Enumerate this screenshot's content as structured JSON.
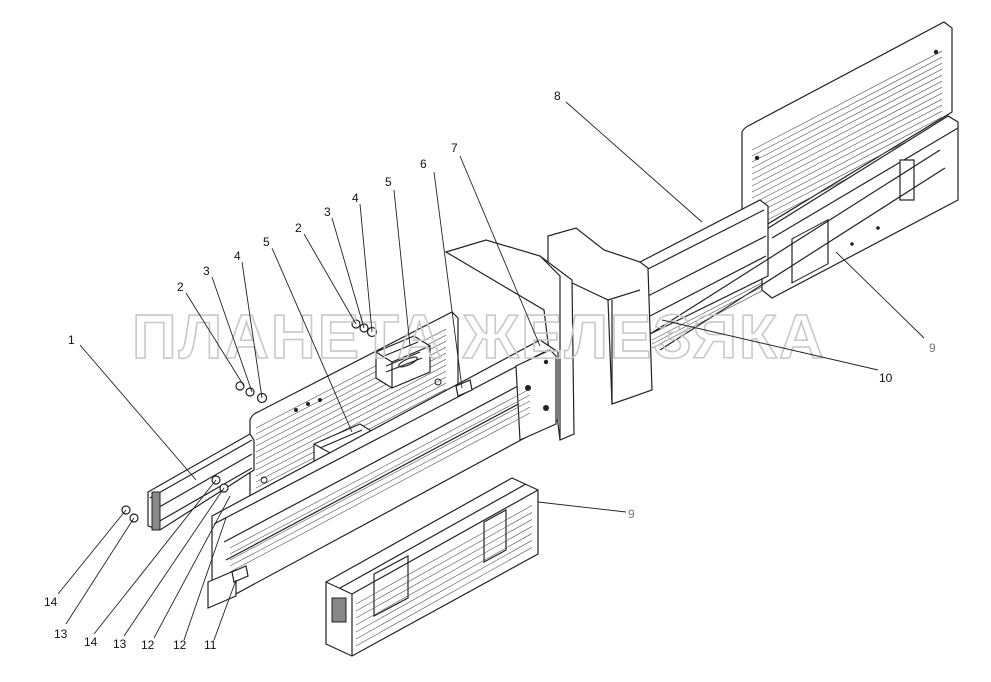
{
  "watermark": "ПЛАНЕТА ЖЕЛЕЗЯКА",
  "callouts": [
    {
      "id": "c1",
      "label": "1"
    },
    {
      "id": "c2a",
      "label": "2"
    },
    {
      "id": "c3a",
      "label": "3"
    },
    {
      "id": "c4a",
      "label": "4"
    },
    {
      "id": "c5a",
      "label": "5"
    },
    {
      "id": "c2b",
      "label": "2"
    },
    {
      "id": "c3b",
      "label": "3"
    },
    {
      "id": "c4b",
      "label": "4"
    },
    {
      "id": "c5b",
      "label": "5"
    },
    {
      "id": "c6",
      "label": "6"
    },
    {
      "id": "c7",
      "label": "7"
    },
    {
      "id": "c8",
      "label": "8"
    },
    {
      "id": "c9a",
      "label": "9"
    },
    {
      "id": "c10",
      "label": "10"
    },
    {
      "id": "c9b",
      "label": "9"
    },
    {
      "id": "c14a",
      "label": "14"
    },
    {
      "id": "c13a",
      "label": "13"
    },
    {
      "id": "c14b",
      "label": "14"
    },
    {
      "id": "c13b",
      "label": "13"
    },
    {
      "id": "c12a",
      "label": "12"
    },
    {
      "id": "c12b",
      "label": "12"
    },
    {
      "id": "c11",
      "label": "11"
    }
  ]
}
